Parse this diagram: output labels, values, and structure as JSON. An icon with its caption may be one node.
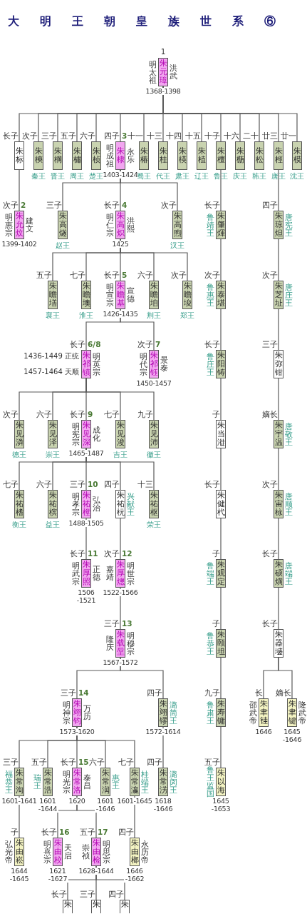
{
  "diagram": {
    "title": "大明王朝皇族世系⑥",
    "nodes": [
      {
        "text": [
          "朱元璋"
        ],
        "beside": [
          "1",
          "明太祖",
          "洪武",
          "1368-1398"
        ]
      },
      {
        "text": [
          "朱标"
        ],
        "beside": [
          "长子"
        ]
      },
      {
        "text": [
          "朱樉"
        ],
        "beside": [
          "次子",
          "秦王"
        ]
      },
      {
        "text": [
          "朱棡"
        ],
        "beside": [
          "三子",
          "晋王"
        ]
      },
      {
        "text": [
          "朱橚"
        ],
        "beside": [
          "五子",
          "周王"
        ]
      },
      {
        "text": [
          "朱桢"
        ],
        "beside": [
          "六子",
          "楚王"
        ]
      },
      {
        "text": [
          "朱棣"
        ],
        "beside": [
          "四子",
          "3",
          "明成祖",
          "永乐",
          "1403-1424"
        ]
      },
      {
        "text": [
          "朱椿"
        ],
        "beside": [
          "十一",
          "蜀王"
        ]
      },
      {
        "text": [
          "朱桂"
        ],
        "beside": [
          "十三",
          "代王"
        ]
      },
      {
        "text": [
          "朱楧"
        ],
        "beside": [
          "十四",
          "肃王"
        ]
      },
      {
        "text": [
          "朱植"
        ],
        "beside": [
          "十五",
          "辽王"
        ]
      },
      {
        "text": [
          "朱檀"
        ],
        "beside": [
          "十子",
          "鲁王"
        ]
      },
      {
        "text": [
          "朱㮵"
        ],
        "beside": [
          "十六",
          "庆王"
        ]
      },
      {
        "text": [
          "朱松"
        ],
        "beside": [
          "二十",
          "韩王"
        ]
      },
      {
        "text": [
          "朱桱"
        ],
        "beside": [
          "廿三",
          "唐王"
        ]
      },
      {
        "text": [
          "朱模"
        ],
        "beside": [
          "廿一",
          "沈王"
        ]
      },
      {
        "text": [
          "朱允炆"
        ],
        "beside": [
          "次子",
          "2",
          "明惠宗",
          "建文",
          "1399-1402"
        ]
      },
      {
        "text": [
          "朱高燧"
        ],
        "beside": [
          "三子",
          "赵王"
        ]
      },
      {
        "text": [
          "朱高炽"
        ],
        "beside": [
          "长子",
          "4",
          "明仁宗",
          "洪熙",
          "1425"
        ]
      },
      {
        "text": [
          "朱高煦"
        ],
        "beside": [
          "次子",
          "汉王"
        ]
      },
      {
        "text": [
          "朱肇煇"
        ],
        "beside": [
          "长子",
          "鲁靖王"
        ]
      },
      {
        "text": [
          "朱琼炟"
        ],
        "beside": [
          "四子",
          "唐宪王"
        ]
      },
      {
        "text": [
          "朱瞻墡"
        ],
        "beside": [
          "五子",
          "襄王"
        ]
      },
      {
        "text": [
          "朱瞻墺"
        ],
        "beside": [
          "七子",
          "淮王"
        ]
      },
      {
        "text": [
          "朱瞻基"
        ],
        "beside": [
          "长子",
          "5",
          "明宣宗",
          "宣德",
          "1426-1435"
        ]
      },
      {
        "text": [
          "朱瞻垍"
        ],
        "beside": [
          "六子",
          "荆王"
        ]
      },
      {
        "text": [
          "朱瞻埈"
        ],
        "beside": [
          "次子",
          "郑王"
        ]
      },
      {
        "text": [
          "朱泰堪"
        ],
        "beside": [
          "次子",
          "鲁惠王"
        ]
      },
      {
        "text": [
          "朱芝址"
        ],
        "beside": [
          "次子",
          "唐庄王"
        ]
      },
      {
        "text": [
          "朱祁镇"
        ],
        "beside": [
          "长子",
          "6/8",
          "1436-1449 正统",
          "1457-1464 天顺",
          "明英宗"
        ]
      },
      {
        "text": [
          "朱祁钰"
        ],
        "beside": [
          "次子",
          "7",
          "明代宗",
          "景泰",
          "1450-1457"
        ]
      },
      {
        "text": [
          "朱阳铸"
        ],
        "beside": [
          "长子",
          "鲁庄王"
        ]
      },
      {
        "text": [
          "朱弥钳"
        ],
        "beside": [
          "三子"
        ]
      },
      {
        "text": [
          "朱见潾"
        ],
        "beside": [
          "次子",
          "德王"
        ]
      },
      {
        "text": [
          "朱见泽"
        ],
        "beside": [
          "六子",
          "崇王"
        ]
      },
      {
        "text": [
          "朱见深"
        ],
        "beside": [
          "长子",
          "9",
          "明宪宗",
          "成化",
          "1465-1487"
        ]
      },
      {
        "text": [
          "朱见浚"
        ],
        "beside": [
          "七子",
          "吉王"
        ]
      },
      {
        "text": [
          "朱见沛"
        ],
        "beside": [
          "九子",
          "徽王"
        ]
      },
      {
        "text": [
          "朱当漇"
        ],
        "beside": [
          "子"
        ]
      },
      {
        "text": [
          "朱宇温"
        ],
        "beside": [
          "嫡长",
          "唐敬王"
        ]
      },
      {
        "text": [
          "朱祐榰"
        ],
        "beside": [
          "七子",
          "衡王"
        ]
      },
      {
        "text": [
          "朱祐槟"
        ],
        "beside": [
          "六子",
          "益王"
        ]
      },
      {
        "text": [
          "朱祐樘"
        ],
        "beside": [
          "三子",
          "10",
          "明孝宗",
          "弘治",
          "1488-1505"
        ]
      },
      {
        "text": [
          "朱祐杬"
        ],
        "beside": [
          "四子",
          "兴献王"
        ]
      },
      {
        "text": [
          "朱祐枢"
        ],
        "beside": [
          "十三",
          "荣王"
        ]
      },
      {
        "text": [
          "朱健杙"
        ],
        "beside": [
          "长子"
        ]
      },
      {
        "text": [
          "朱宙栐"
        ],
        "beside": [
          "次子",
          "唐顺王"
        ]
      },
      {
        "text": [
          "朱厚照"
        ],
        "beside": [
          "长子",
          "11",
          "明武宗",
          "正德",
          "1506 -1521"
        ]
      },
      {
        "text": [
          "朱厚熜"
        ],
        "beside": [
          "次子",
          "12",
          "嘉靖",
          "明世宗",
          "1522-1566"
        ]
      },
      {
        "text": [
          "朱观定"
        ],
        "beside": [
          "子",
          "鲁端王"
        ]
      },
      {
        "text": [
          "朱硕熿"
        ],
        "beside": [
          "长子",
          "唐端王"
        ]
      },
      {
        "text": [
          "朱载垕"
        ],
        "beside": [
          "三子",
          "13",
          "隆庆",
          "明穆宗",
          "1567-1572"
        ]
      },
      {
        "text": [
          "朱颐坦"
        ],
        "beside": [
          "子",
          "鲁恭王"
        ]
      },
      {
        "text": [
          "朱器墭"
        ],
        "beside": [
          "长子"
        ]
      },
      {
        "text": [
          "朱翊钧"
        ],
        "beside": [
          "三子",
          "14",
          "明神宗",
          "万历",
          "1573-1620"
        ]
      },
      {
        "text": [
          "朱翊镠"
        ],
        "beside": [
          "四子",
          "潞简王",
          "1572-1614"
        ]
      },
      {
        "text": [
          "朱寿镛"
        ],
        "beside": [
          "九子",
          "鲁肃王"
        ]
      },
      {
        "text": [
          "朱聿𫓯"
        ],
        "beside": [
          "长",
          "邵武帝",
          "1646"
        ]
      },
      {
        "text": [
          "朱聿键"
        ],
        "beside": [
          "嫡长",
          "隆武帝",
          "1645 -1646"
        ]
      },
      {
        "text": [
          "朱常洵"
        ],
        "beside": [
          "三子",
          "福恭王",
          "1601-1641"
        ]
      },
      {
        "text": [
          "朱常浩"
        ],
        "beside": [
          "五子",
          "瑞王",
          "1601 -1644"
        ]
      },
      {
        "text": [
          "朱常洛"
        ],
        "beside": [
          "长子",
          "15",
          "明光宗",
          "泰昌",
          "1620"
        ]
      },
      {
        "text": [
          "朱常润"
        ],
        "beside": [
          "六子",
          "惠王",
          "1601 -1646"
        ]
      },
      {
        "text": [
          "朱常瀛"
        ],
        "beside": [
          "七子",
          "桂端王",
          "1601-1645"
        ]
      },
      {
        "text": [
          "朱常淓"
        ],
        "beside": [
          "四子",
          "潞闵王",
          "1618 -1646"
        ]
      },
      {
        "text": [
          "朱以海"
        ],
        "beside": [
          "五子",
          "鲁王监国",
          "1645 -1653"
        ]
      },
      {
        "text": [
          "朱由崧"
        ],
        "beside": [
          "子",
          "弘光帝",
          "1644 -1645"
        ]
      },
      {
        "text": [
          "朱由校"
        ],
        "beside": [
          "长子",
          "16",
          "明熹宗",
          "天启",
          "1621 -1627"
        ]
      },
      {
        "text": [
          "朱由检"
        ],
        "beside": [
          "五子",
          "17",
          "崇祯",
          "明思宗",
          "1628-1644"
        ]
      },
      {
        "text": [
          "朱由榔"
        ],
        "beside": [
          "四子",
          "永历帝",
          "1646 -1662"
        ]
      },
      {
        "text": [
          "朱"
        ],
        "beside": [
          "长子"
        ]
      },
      {
        "text": [
          "朱"
        ],
        "beside": [
          "三子"
        ]
      },
      {
        "text": [
          "朱"
        ],
        "beside": [
          "四子"
        ]
      }
    ],
    "edges": [
      {
        "from": 0,
        "to": 1,
        "arrow": "none"
      },
      {
        "from": 0,
        "to": 2,
        "arrow": "none"
      },
      {
        "from": 0,
        "to": 3,
        "arrow": "none"
      },
      {
        "from": 0,
        "to": 4,
        "arrow": "none"
      },
      {
        "from": 0,
        "to": 5,
        "arrow": "none"
      },
      {
        "from": 0,
        "to": 6,
        "arrow": "none"
      },
      {
        "from": 0,
        "to": 7,
        "arrow": "none"
      },
      {
        "from": 0,
        "to": 8,
        "arrow": "none"
      },
      {
        "from": 0,
        "to": 9,
        "arrow": "none"
      },
      {
        "from": 0,
        "to": 10,
        "arrow": "none"
      },
      {
        "from": 0,
        "to": 11,
        "arrow": "none"
      },
      {
        "from": 0,
        "to": 12,
        "arrow": "none"
      },
      {
        "from": 0,
        "to": 13,
        "arrow": "none"
      },
      {
        "from": 0,
        "to": 14,
        "arrow": "none"
      },
      {
        "from": 0,
        "to": 15,
        "arrow": "none"
      },
      {
        "from": 1,
        "to": 16,
        "arrow": "none"
      },
      {
        "from": 6,
        "to": 17,
        "arrow": "none"
      },
      {
        "from": 6,
        "to": 18,
        "arrow": "none"
      },
      {
        "from": 6,
        "to": 19,
        "arrow": "none"
      },
      {
        "from": 11,
        "to": 20,
        "arrow": "none"
      },
      {
        "from": 14,
        "to": 21,
        "arrow": "none"
      },
      {
        "from": 18,
        "to": 22,
        "arrow": "none"
      },
      {
        "from": 18,
        "to": 23,
        "arrow": "none"
      },
      {
        "from": 18,
        "to": 24,
        "arrow": "none"
      },
      {
        "from": 18,
        "to": 25,
        "arrow": "none"
      },
      {
        "from": 18,
        "to": 26,
        "arrow": "none"
      },
      {
        "from": 20,
        "to": 27,
        "arrow": "none"
      },
      {
        "from": 21,
        "to": 28,
        "arrow": "none"
      },
      {
        "from": 24,
        "to": 29,
        "arrow": "none"
      },
      {
        "from": 24,
        "to": 30,
        "arrow": "none"
      },
      {
        "from": 27,
        "to": 31,
        "arrow": "none"
      },
      {
        "from": 28,
        "to": 32,
        "arrow": "none"
      },
      {
        "from": 29,
        "to": 33,
        "arrow": "none"
      },
      {
        "from": 29,
        "to": 34,
        "arrow": "none"
      },
      {
        "from": 29,
        "to": 35,
        "arrow": "none"
      },
      {
        "from": 29,
        "to": 36,
        "arrow": "none"
      },
      {
        "from": 29,
        "to": 37,
        "arrow": "none"
      },
      {
        "from": 31,
        "to": 38,
        "arrow": "none"
      },
      {
        "from": 32,
        "to": 39,
        "arrow": "none"
      },
      {
        "from": 35,
        "to": 40,
        "arrow": "none"
      },
      {
        "from": 35,
        "to": 41,
        "arrow": "none"
      },
      {
        "from": 35,
        "to": 42,
        "arrow": "none"
      },
      {
        "from": 35,
        "to": 43,
        "arrow": "none"
      },
      {
        "from": 35,
        "to": 44,
        "arrow": "none"
      },
      {
        "from": 38,
        "to": 45,
        "arrow": "none"
      },
      {
        "from": 39,
        "to": 46,
        "arrow": "none"
      },
      {
        "from": 42,
        "to": 47,
        "arrow": "none"
      },
      {
        "from": 43,
        "to": 48,
        "arrow": "none"
      },
      {
        "from": 45,
        "to": 49,
        "arrow": "none"
      },
      {
        "from": 46,
        "to": 50,
        "arrow": "none"
      },
      {
        "from": 48,
        "to": 51,
        "arrow": "none"
      },
      {
        "from": 49,
        "to": 52,
        "arrow": "none"
      },
      {
        "from": 50,
        "to": 53,
        "arrow": "none"
      },
      {
        "from": 51,
        "to": 54,
        "arrow": "none"
      },
      {
        "from": 51,
        "to": 55,
        "arrow": "none"
      },
      {
        "from": 52,
        "to": 56,
        "arrow": "none"
      },
      {
        "from": 53,
        "to": 57,
        "arrow": "none"
      },
      {
        "from": 53,
        "to": 58,
        "arrow": "none"
      },
      {
        "from": 54,
        "to": 59,
        "arrow": "none"
      },
      {
        "from": 54,
        "to": 60,
        "arrow": "none"
      },
      {
        "from": 54,
        "to": 61,
        "arrow": "none"
      },
      {
        "from": 54,
        "to": 62,
        "arrow": "none"
      },
      {
        "from": 54,
        "to": 63,
        "arrow": "none"
      },
      {
        "from": 55,
        "to": 64,
        "arrow": "none"
      },
      {
        "from": 56,
        "to": 65,
        "arrow": "none"
      },
      {
        "from": 59,
        "to": 66,
        "arrow": "none"
      },
      {
        "from": 61,
        "to": 67,
        "arrow": "none"
      },
      {
        "from": 61,
        "to": 68,
        "arrow": "none"
      },
      {
        "from": 63,
        "to": 69,
        "arrow": "none"
      },
      {
        "from": 68,
        "to": 70,
        "arrow": "none"
      },
      {
        "from": 68,
        "to": 71,
        "arrow": "none"
      },
      {
        "from": 68,
        "to": 72,
        "arrow": "none"
      }
    ]
  }
}
